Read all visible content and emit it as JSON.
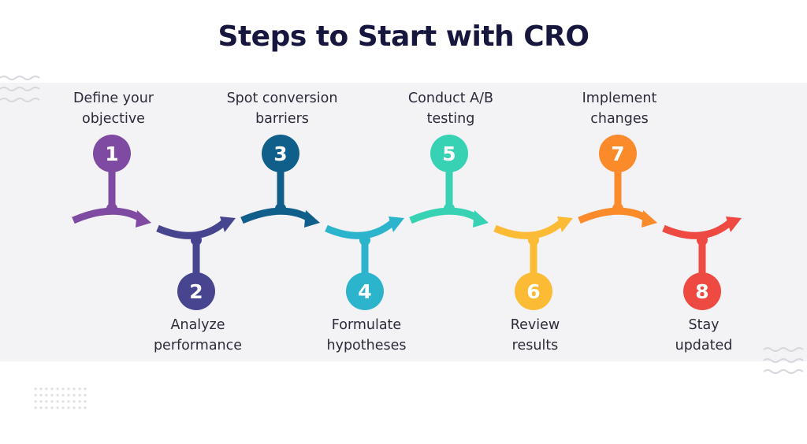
{
  "title": "Steps to Start with CRO",
  "steps": [
    {
      "number": "1",
      "label": "Define your\nobjective",
      "color": "#7e4aa2"
    },
    {
      "number": "2",
      "label": "Analyze\nperformance",
      "color": "#47458f"
    },
    {
      "number": "3",
      "label": "Spot conversion\nbarriers",
      "color": "#0f5f8a"
    },
    {
      "number": "4",
      "label": "Formulate\nhypotheses",
      "color": "#2cb4cc"
    },
    {
      "number": "5",
      "label": "Conduct A/B\ntesting",
      "color": "#37d2b3"
    },
    {
      "number": "6",
      "label": "Review\nresults",
      "color": "#fbbb35"
    },
    {
      "number": "7",
      "label": "Implement\nchanges",
      "color": "#fb8a2b"
    },
    {
      "number": "8",
      "label": "Stay\nupdated",
      "color": "#ef4a42"
    }
  ],
  "decor": {
    "wave_color": "#d9d6de",
    "dot_color": "#e1dfe5"
  }
}
